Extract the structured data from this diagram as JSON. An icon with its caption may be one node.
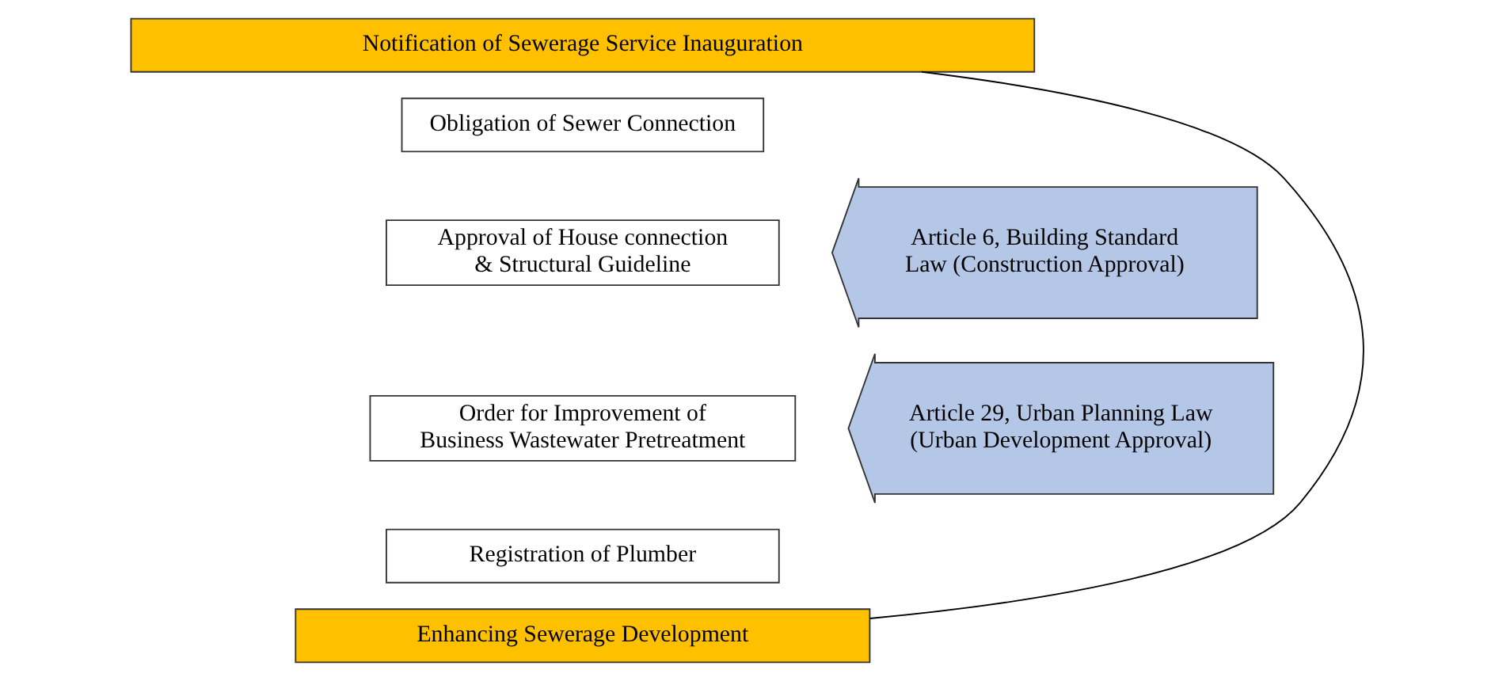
{
  "diagram": {
    "nodes": [
      {
        "text": [
          "Notification of Sewerage Service Inauguration"
        ]
      },
      {
        "text": [
          "Obligation of Sewer Connection"
        ]
      },
      {
        "text": [
          "Approval of House connection & Structural Guideline"
        ]
      },
      {
        "text": [
          "Order for Improvement of Business Wastewater Pretreatment"
        ]
      },
      {
        "text": [
          "Registration of Plumber"
        ]
      },
      {
        "text": [
          "Enhancing Sewerage Development"
        ]
      },
      {
        "text": [
          "Article 6, Building Standard Law (Construction Approval)"
        ]
      },
      {
        "text": [
          "Article 29, Urban Planning Law (Urban Development Approval)"
        ]
      }
    ],
    "edges": [
      {
        "from": 0,
        "to": 5,
        "arrow": "none"
      }
    ]
  }
}
